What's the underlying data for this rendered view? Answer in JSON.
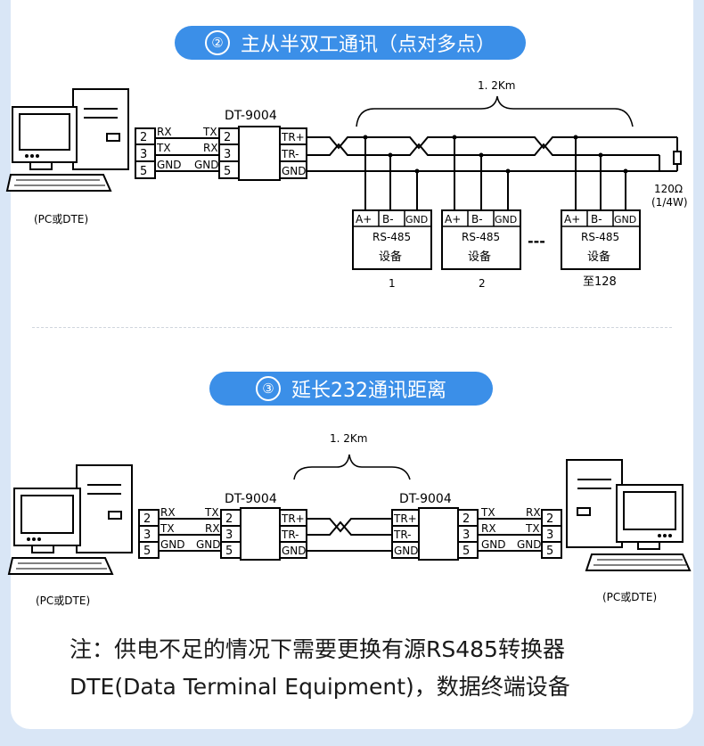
{
  "section1": {
    "number": "②",
    "title": "主从半双工通讯（点对多点）",
    "distance": "1. 2Km",
    "converter": "DT-9004",
    "pc_label": "(PC或DTE)",
    "pc_pins": [
      "2",
      "3",
      "5"
    ],
    "pc_signals": [
      "RX",
      "TX",
      "GND"
    ],
    "conv_in_signals": [
      "TX",
      "RX",
      "GND"
    ],
    "conv_pins": [
      "2",
      "3",
      "5"
    ],
    "conv_out": [
      "TR+",
      "TR-",
      "GND"
    ],
    "resistor": "120Ω",
    "resistor_rating": "(1/4W)",
    "device_terminals": [
      "A+",
      "B-",
      "GND"
    ],
    "device_type": "RS-485",
    "device_label": "设备",
    "devices": [
      "1",
      "2",
      "至128"
    ],
    "ellipsis": "---"
  },
  "section2": {
    "number": "③",
    "title": "延长232通讯距离",
    "distance": "1. 2Km",
    "converter_left": "DT-9004",
    "converter_right": "DT-9004",
    "pc_left_label": "(PC或DTE)",
    "pc_right_label": "(PC或DTE)",
    "pins": [
      "2",
      "3",
      "5"
    ],
    "left_pc_signals": [
      "RX",
      "TX",
      "GND"
    ],
    "left_conv_signals": [
      "TX",
      "RX",
      "GND"
    ],
    "conv_out": [
      "TR+",
      "TR-",
      "GND"
    ],
    "right_conv_signals": [
      "TX",
      "RX",
      "GND"
    ],
    "right_pc_signals": [
      "RX",
      "TX",
      "GND"
    ]
  },
  "notes": {
    "line1": "注：供电不足的情况下需要更换有源RS485转换器",
    "line2": "DTE(Data Terminal Equipment)，数据终端设备"
  },
  "colors": {
    "accent": "#3b8fe8",
    "background": "#d9e6f6",
    "card": "#ffffff"
  }
}
